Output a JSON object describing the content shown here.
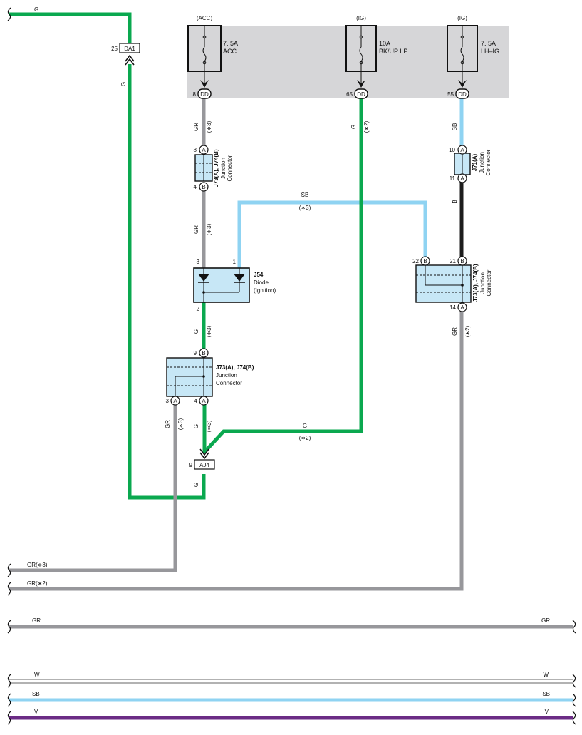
{
  "colors": {
    "G": "#0aa84f",
    "GR": "#97979b",
    "SB": "#8fd3f2",
    "B": "#1d1d1d",
    "V": "#6b2c85",
    "W": "#ffffff",
    "fuse_block_bg": "#d6d6d8",
    "component_fill": "#c7e7f6"
  },
  "fuses": [
    {
      "source": "(ACC)",
      "rating": "7. 5A",
      "name": "ACC",
      "pin": "8",
      "connector": "DD"
    },
    {
      "source": "(IG)",
      "rating": "10A",
      "name": "BK/UP LP",
      "pin": "65",
      "connector": "DD"
    },
    {
      "source": "(IG)",
      "rating": "7. 5A",
      "name": "LH–IG",
      "pin": "55",
      "connector": "DD"
    }
  ],
  "top_wire_label": "G",
  "inline_connectors": {
    "da1": {
      "pin": "25",
      "code": "DA1"
    },
    "aj4": {
      "pin": "9",
      "code": "AJ4"
    }
  },
  "junction_upper_left": {
    "pin_top": "8",
    "pin_top_code": "A",
    "pin_bottom": "4",
    "pin_bottom_code": "B",
    "code": "J73(A), J74(B)",
    "desc1": "Junction",
    "desc2": "Connector"
  },
  "junction_sb": {
    "pin_top": "10",
    "pin_top_code": "A",
    "pin_bottom": "11",
    "pin_bottom_code": "A",
    "code": "J71(A)",
    "desc1": "Junction",
    "desc2": "Connector"
  },
  "diode": {
    "code": "J54",
    "desc1": "Diode",
    "desc2": "(Ignition)",
    "pin_left": "3",
    "pin_right": "1",
    "pin_bottom": "2"
  },
  "junction_right": {
    "pin_left": "22",
    "pin_left_code": "B",
    "pin_right": "21",
    "pin_right_code": "B",
    "pin_bottom": "14",
    "pin_bottom_code": "A",
    "code": "J73(A), J74(B)",
    "desc1": "Junction",
    "desc2": "Connector"
  },
  "junction_lower": {
    "pin_top": "9",
    "pin_top_code": "B",
    "pin_left": "3",
    "pin_left_code": "A",
    "pin_right": "4",
    "pin_right_code": "A",
    "code": "J73(A), J74(B)",
    "desc1": "Junction",
    "desc2": "Connector"
  },
  "wire_labels": {
    "acc_gr": "GR",
    "acc_gr_note": "(∗3)",
    "bk_g": "G",
    "bk_g_note": "(∗2)",
    "lh_sb": "SB",
    "j71_b": "B",
    "j73_gr": "GR",
    "j73_gr_note": "(∗3)",
    "sb_cross": "SB",
    "sb_cross_note": "(∗3)",
    "diode_g": "G",
    "diode_g_note": "(∗3)",
    "right_gr": "GR",
    "right_gr_note": "(∗2)",
    "lower_gr": "GR",
    "lower_gr_note": "(∗3)",
    "lower_g": "G",
    "lower_g_note": "(∗3)",
    "long_g": "G",
    "long_g_note": "(∗2)",
    "aj4_g": "G",
    "da1_g": "G",
    "gr3": "GR(∗3)",
    "gr2": "GR(∗2)"
  },
  "bus_lines": [
    {
      "left": "GR",
      "right": "GR"
    },
    {
      "left": "W",
      "right": "W"
    },
    {
      "left": "SB",
      "right": "SB"
    },
    {
      "left": "V",
      "right": "V"
    }
  ]
}
